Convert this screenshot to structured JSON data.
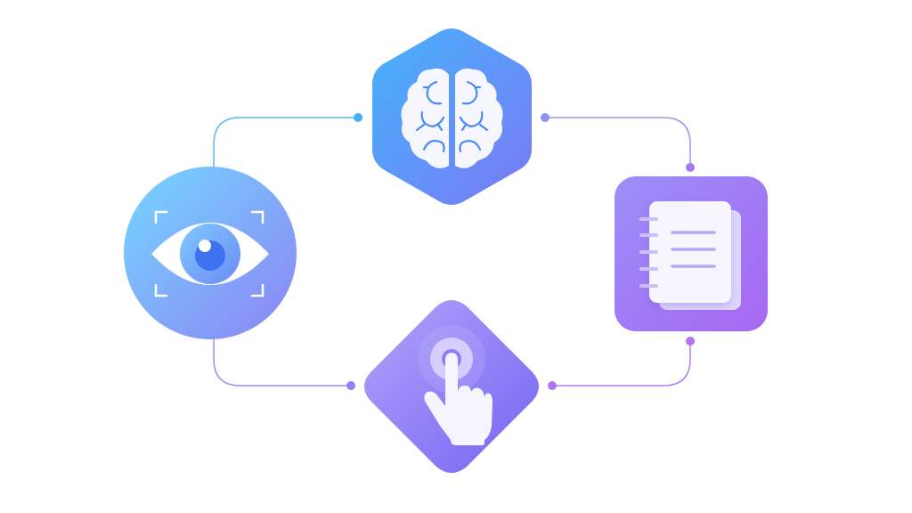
{
  "diagram": {
    "type": "cycle",
    "nodes": [
      {
        "id": "perceive",
        "icon": "eye-icon",
        "shape": "circle",
        "colors": [
          "#6fd0ff",
          "#8a86f5"
        ]
      },
      {
        "id": "think",
        "icon": "brain-icon",
        "shape": "hexagon",
        "colors": [
          "#4fb6fb",
          "#6f7cf6"
        ]
      },
      {
        "id": "record",
        "icon": "notebook-icon",
        "shape": "rounded-square",
        "colors": [
          "#8a84f6",
          "#a66cf4"
        ]
      },
      {
        "id": "act",
        "icon": "tap-hand-icon",
        "shape": "diamond",
        "colors": [
          "#a59af8",
          "#7b67f4"
        ]
      }
    ],
    "edges": [
      {
        "from": "perceive",
        "to": "think",
        "color": "#5ab8f6"
      },
      {
        "from": "think",
        "to": "record",
        "color": "#a989f0"
      },
      {
        "from": "record",
        "to": "act",
        "color": "#b07af0"
      },
      {
        "from": "perceive",
        "to": "act",
        "color": "#9a90f0"
      }
    ],
    "background": "#ffffff"
  }
}
